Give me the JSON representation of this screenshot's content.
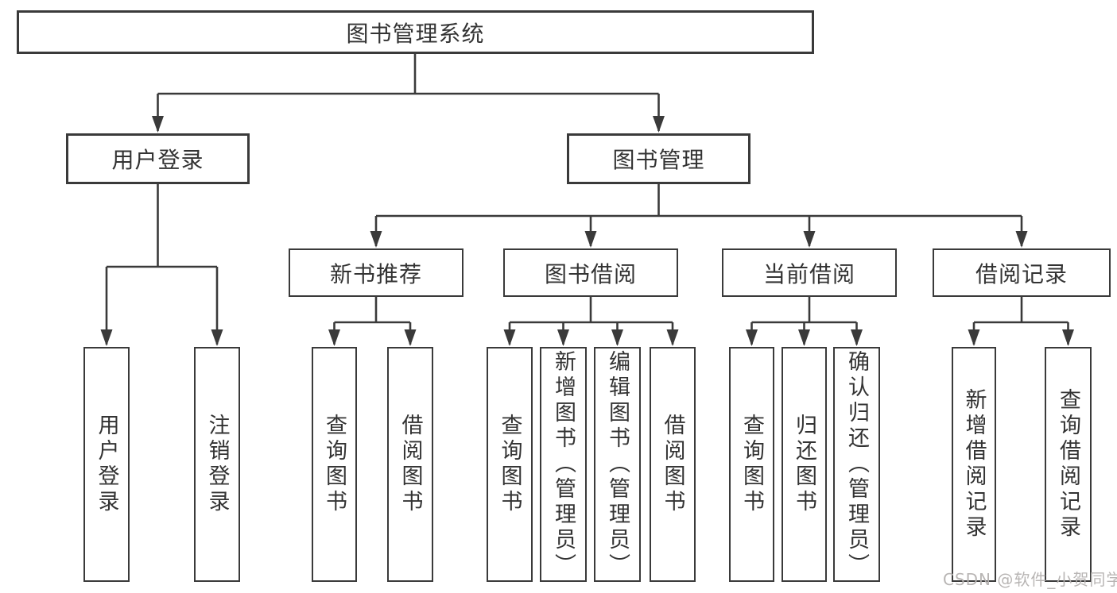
{
  "colors": {
    "line": "#3a3a3a",
    "text": "#333333",
    "watermark": "#b5b2b0",
    "background": "#ffffff"
  },
  "watermark": "CSDN @软件_小贺同学",
  "tree": {
    "root": "图书管理系统",
    "level2": [
      {
        "label": "用户登录",
        "leaves": [
          "用户登录",
          "注销登录"
        ]
      },
      {
        "label": "图书管理",
        "sections": [
          {
            "label": "新书推荐",
            "leaves": [
              "查询图书",
              "借阅图书"
            ]
          },
          {
            "label": "图书借阅",
            "leaves": [
              "查询图书",
              "新增图书（管理员）",
              "编辑图书（管理员）",
              "借阅图书"
            ]
          },
          {
            "label": "当前借阅",
            "leaves": [
              "查询图书",
              "归还图书",
              "确认归还（管理员）"
            ]
          },
          {
            "label": "借阅记录",
            "leaves": [
              "新增借阅记录",
              "查询借阅记录"
            ]
          }
        ]
      }
    ]
  }
}
